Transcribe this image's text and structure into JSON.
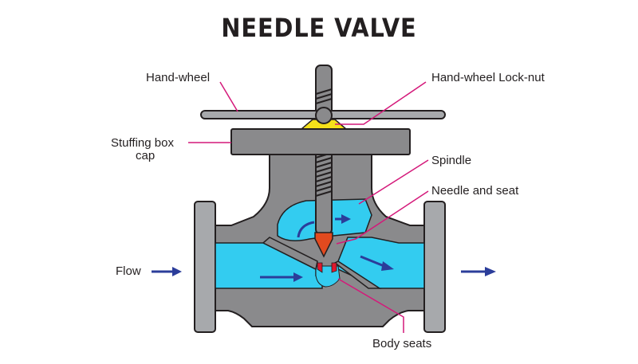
{
  "title": "NEEDLE VALVE",
  "labels": {
    "hand_wheel": "Hand-wheel",
    "hand_wheel_lock_nut": "Hand-wheel Lock-nut",
    "stuffing_box_cap_line1": "Stuffing box",
    "stuffing_box_cap_line2": "cap",
    "spindle": "Spindle",
    "needle_and_seat": "Needle and seat",
    "flow": "Flow",
    "body_seats": "Body seats"
  },
  "colors": {
    "body": "#8a8a8c",
    "body_dark": "#5c5c5e",
    "flange": "#a7a9ac",
    "fluid": "#33ccf0",
    "arrow": "#2b3d9a",
    "leader": "#d4197a",
    "nut": "#f5e11a",
    "needle": "#e24a1f",
    "seat": "#e0182d"
  }
}
